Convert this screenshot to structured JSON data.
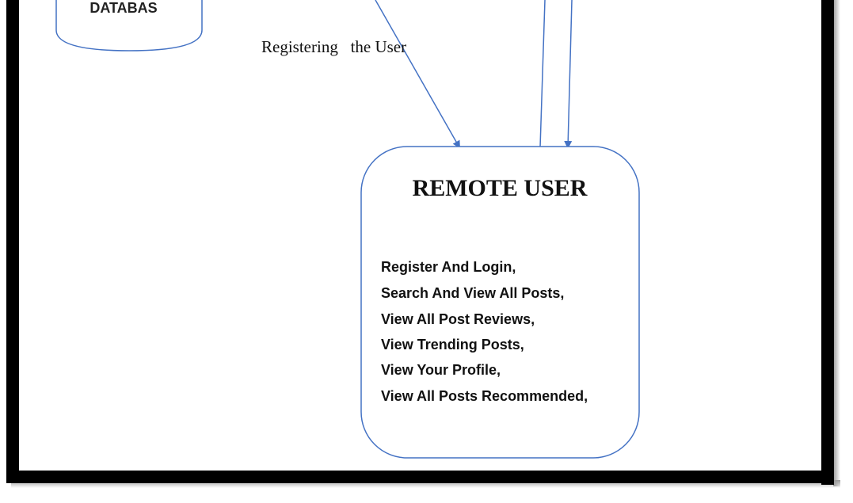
{
  "database": {
    "label": "DATABAS"
  },
  "edge": {
    "label": "Registering   the User"
  },
  "remote_user": {
    "title": "REMOTE USER",
    "items": [
      "Register And Login,",
      "Search And View All Posts,",
      "View All Post Reviews,",
      "View Trending Posts,",
      "View Your Profile,",
      "View All Posts Recommended,"
    ]
  },
  "colors": {
    "line": "#4472c4",
    "frame": "#000000",
    "text": "#111111"
  }
}
